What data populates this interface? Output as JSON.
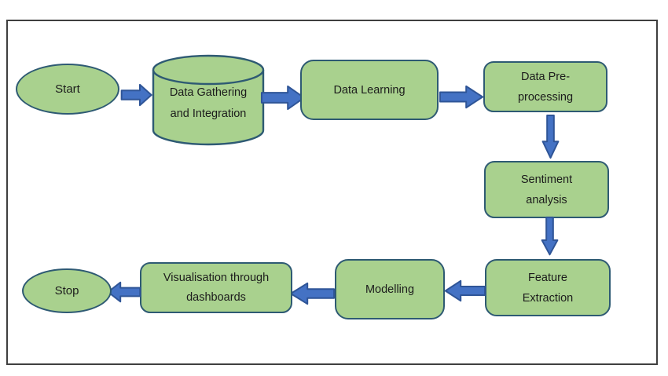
{
  "diagram": {
    "type": "flowchart",
    "nodes": [
      {
        "id": "start",
        "shape": "ellipse",
        "lines": [
          "Start"
        ]
      },
      {
        "id": "data-gathering",
        "shape": "cylinder",
        "lines": [
          "Data Gathering",
          "and Integration"
        ]
      },
      {
        "id": "data-learning",
        "shape": "rounded-rect",
        "lines": [
          "Data Learning"
        ]
      },
      {
        "id": "data-preprocessing",
        "shape": "rounded-rect",
        "lines": [
          "Data Pre-",
          "processing"
        ]
      },
      {
        "id": "sentiment-analysis",
        "shape": "rounded-rect",
        "lines": [
          "Sentiment",
          "analysis"
        ]
      },
      {
        "id": "feature-extraction",
        "shape": "rounded-rect",
        "lines": [
          "Feature",
          "Extraction"
        ]
      },
      {
        "id": "modelling",
        "shape": "rounded-rect",
        "lines": [
          "Modelling"
        ]
      },
      {
        "id": "visualisation",
        "shape": "rounded-rect",
        "lines": [
          "Visualisation through",
          "dashboards"
        ]
      },
      {
        "id": "stop",
        "shape": "ellipse",
        "lines": [
          "Stop"
        ]
      }
    ],
    "edges": [
      {
        "from": "start",
        "to": "data-gathering",
        "direction": "right"
      },
      {
        "from": "data-gathering",
        "to": "data-learning",
        "direction": "right"
      },
      {
        "from": "data-learning",
        "to": "data-preprocessing",
        "direction": "right"
      },
      {
        "from": "data-preprocessing",
        "to": "sentiment-analysis",
        "direction": "down"
      },
      {
        "from": "sentiment-analysis",
        "to": "feature-extraction",
        "direction": "down"
      },
      {
        "from": "feature-extraction",
        "to": "modelling",
        "direction": "left"
      },
      {
        "from": "modelling",
        "to": "visualisation",
        "direction": "left"
      },
      {
        "from": "visualisation",
        "to": "stop",
        "direction": "left"
      }
    ],
    "colors": {
      "node_fill": "#a9d18e",
      "node_border": "#2e5a73",
      "arrow_fill": "#4472c4",
      "arrow_border": "#2f5597",
      "frame_border": "#3f3f3f",
      "text_color": "#1c1c1c",
      "page_bg": "#ffffff"
    }
  }
}
